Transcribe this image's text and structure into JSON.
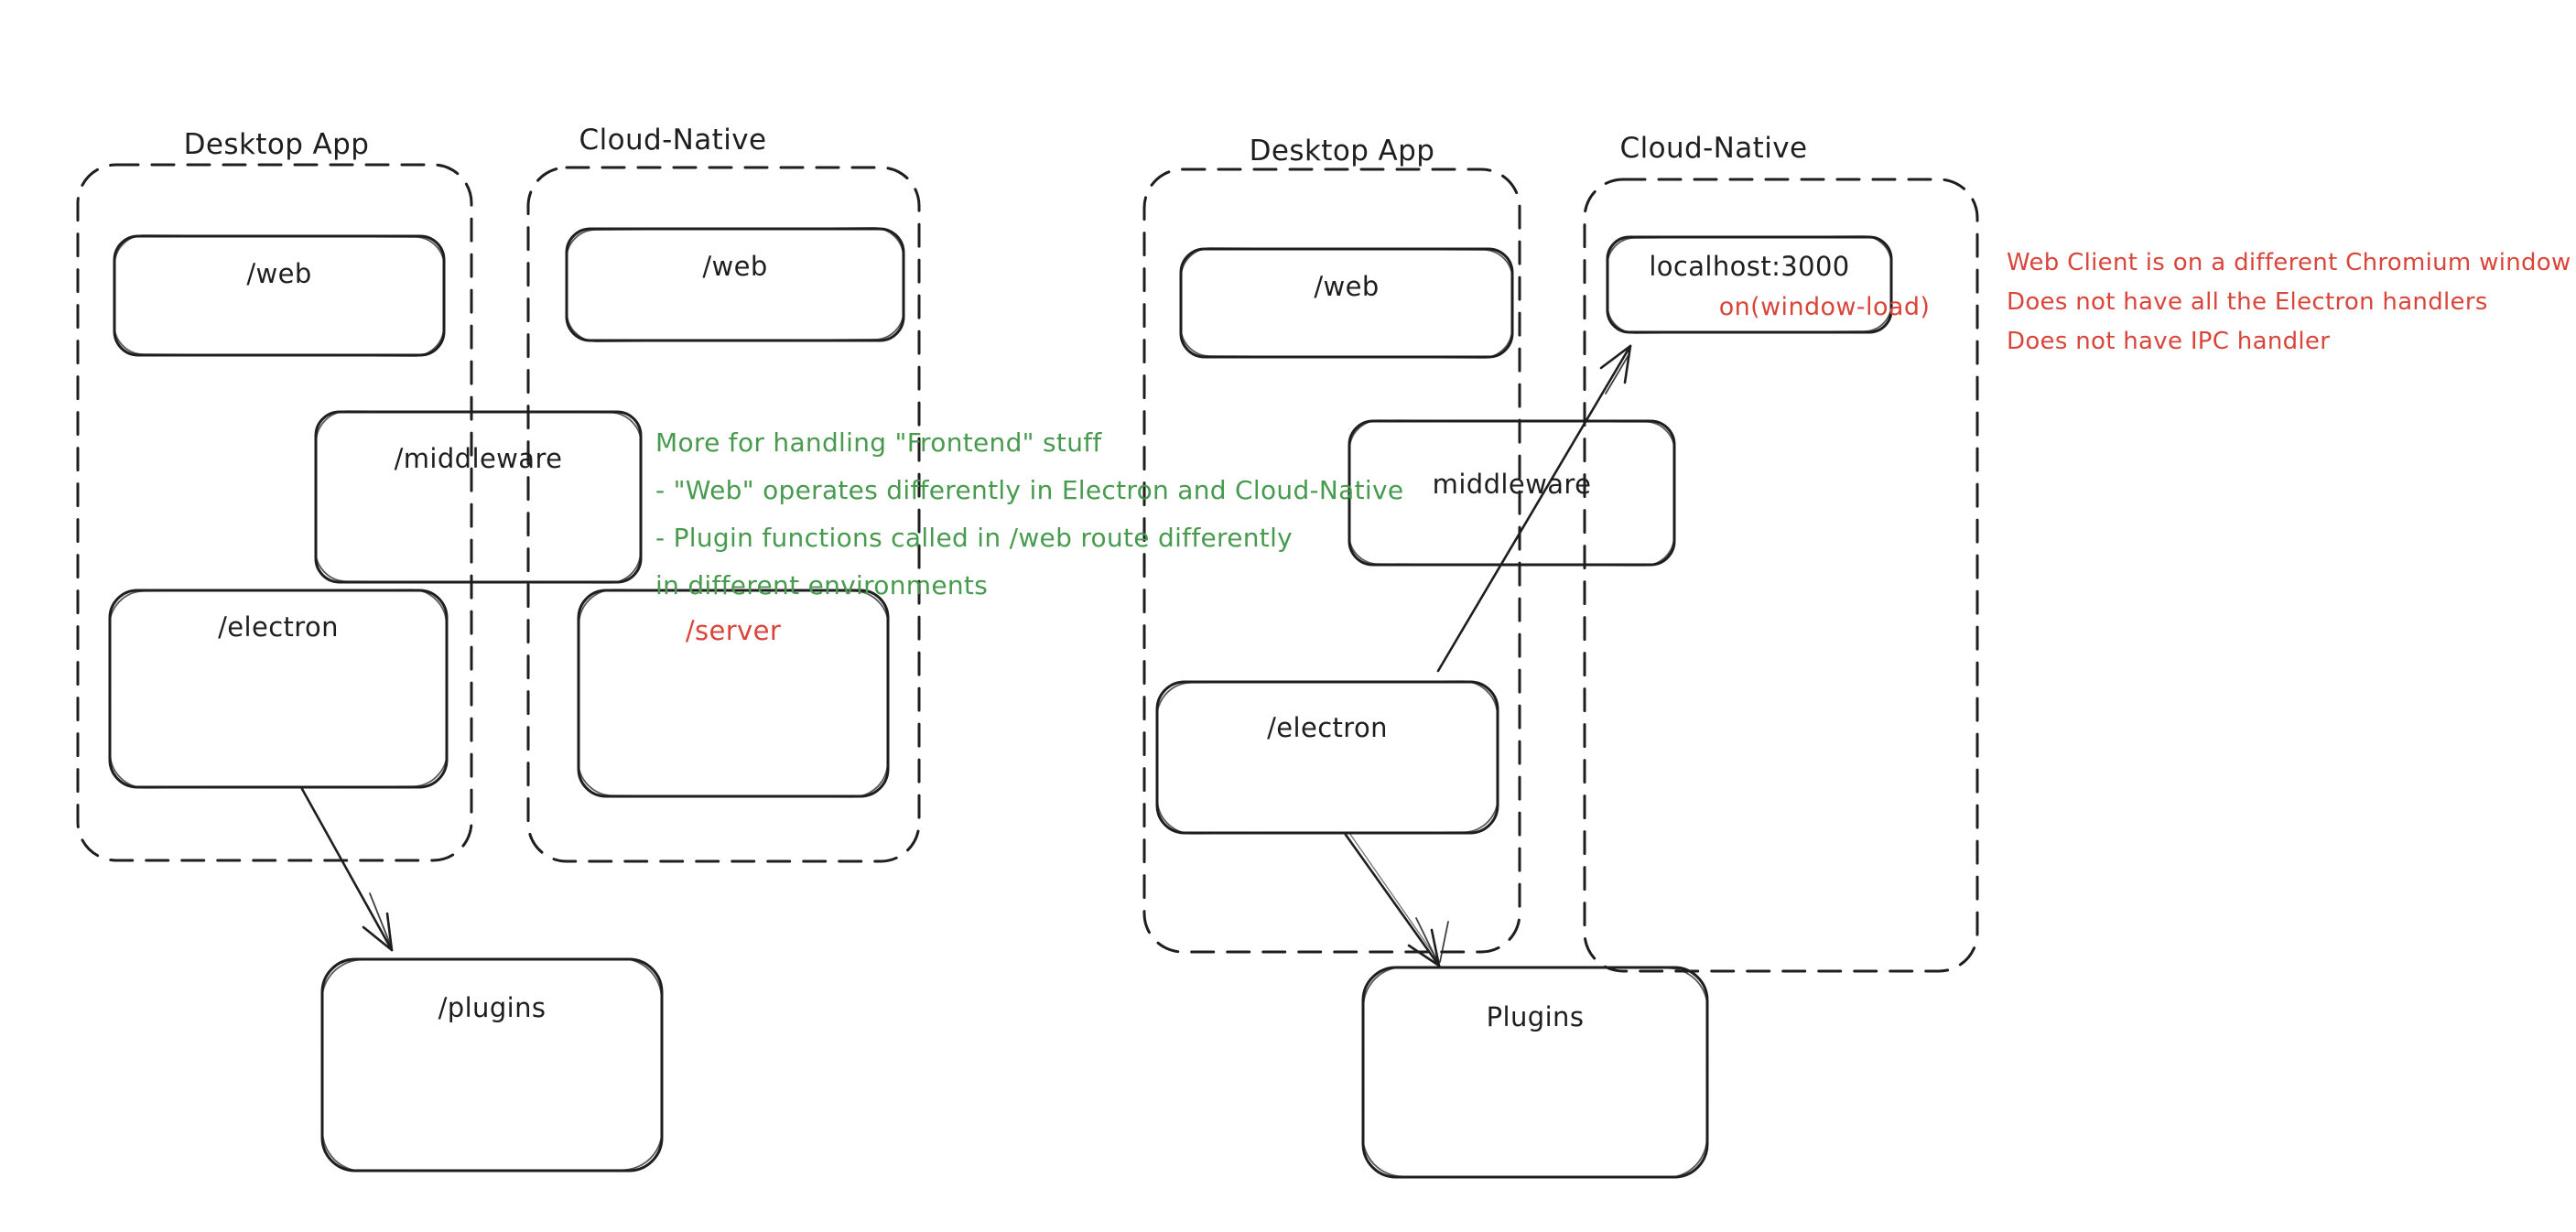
{
  "palette": {
    "ink": "#1e1e1e",
    "green": "#479a4e",
    "red": "#d9453a",
    "background": "#ffffff"
  },
  "left": {
    "desktop": {
      "title": "Desktop App",
      "web": "/web",
      "electron": "/electron"
    },
    "cloud": {
      "title": "Cloud-Native",
      "web": "/web",
      "server": "/server"
    },
    "middleware": "/middleware",
    "plugins": "/plugins",
    "green_note": {
      "line1": "More for handling \"Frontend\" stuff",
      "line2": "- \"Web\" operates differently in Electron and Cloud-Native",
      "line3": "- Plugin functions called in /web route differently",
      "line4": "in different environments"
    }
  },
  "right": {
    "desktop": {
      "title": "Desktop App",
      "web": "/web",
      "electron": "/electron"
    },
    "cloud": {
      "title": "Cloud-Native",
      "localhost": "localhost:3000",
      "window_load": "on(window-load)"
    },
    "middleware": "middleware",
    "plugins": "Plugins",
    "red_note": {
      "line1": "Web Client is on a different Chromium window",
      "line2": "Does not have all the Electron handlers",
      "line3": "Does not have IPC handler"
    }
  }
}
